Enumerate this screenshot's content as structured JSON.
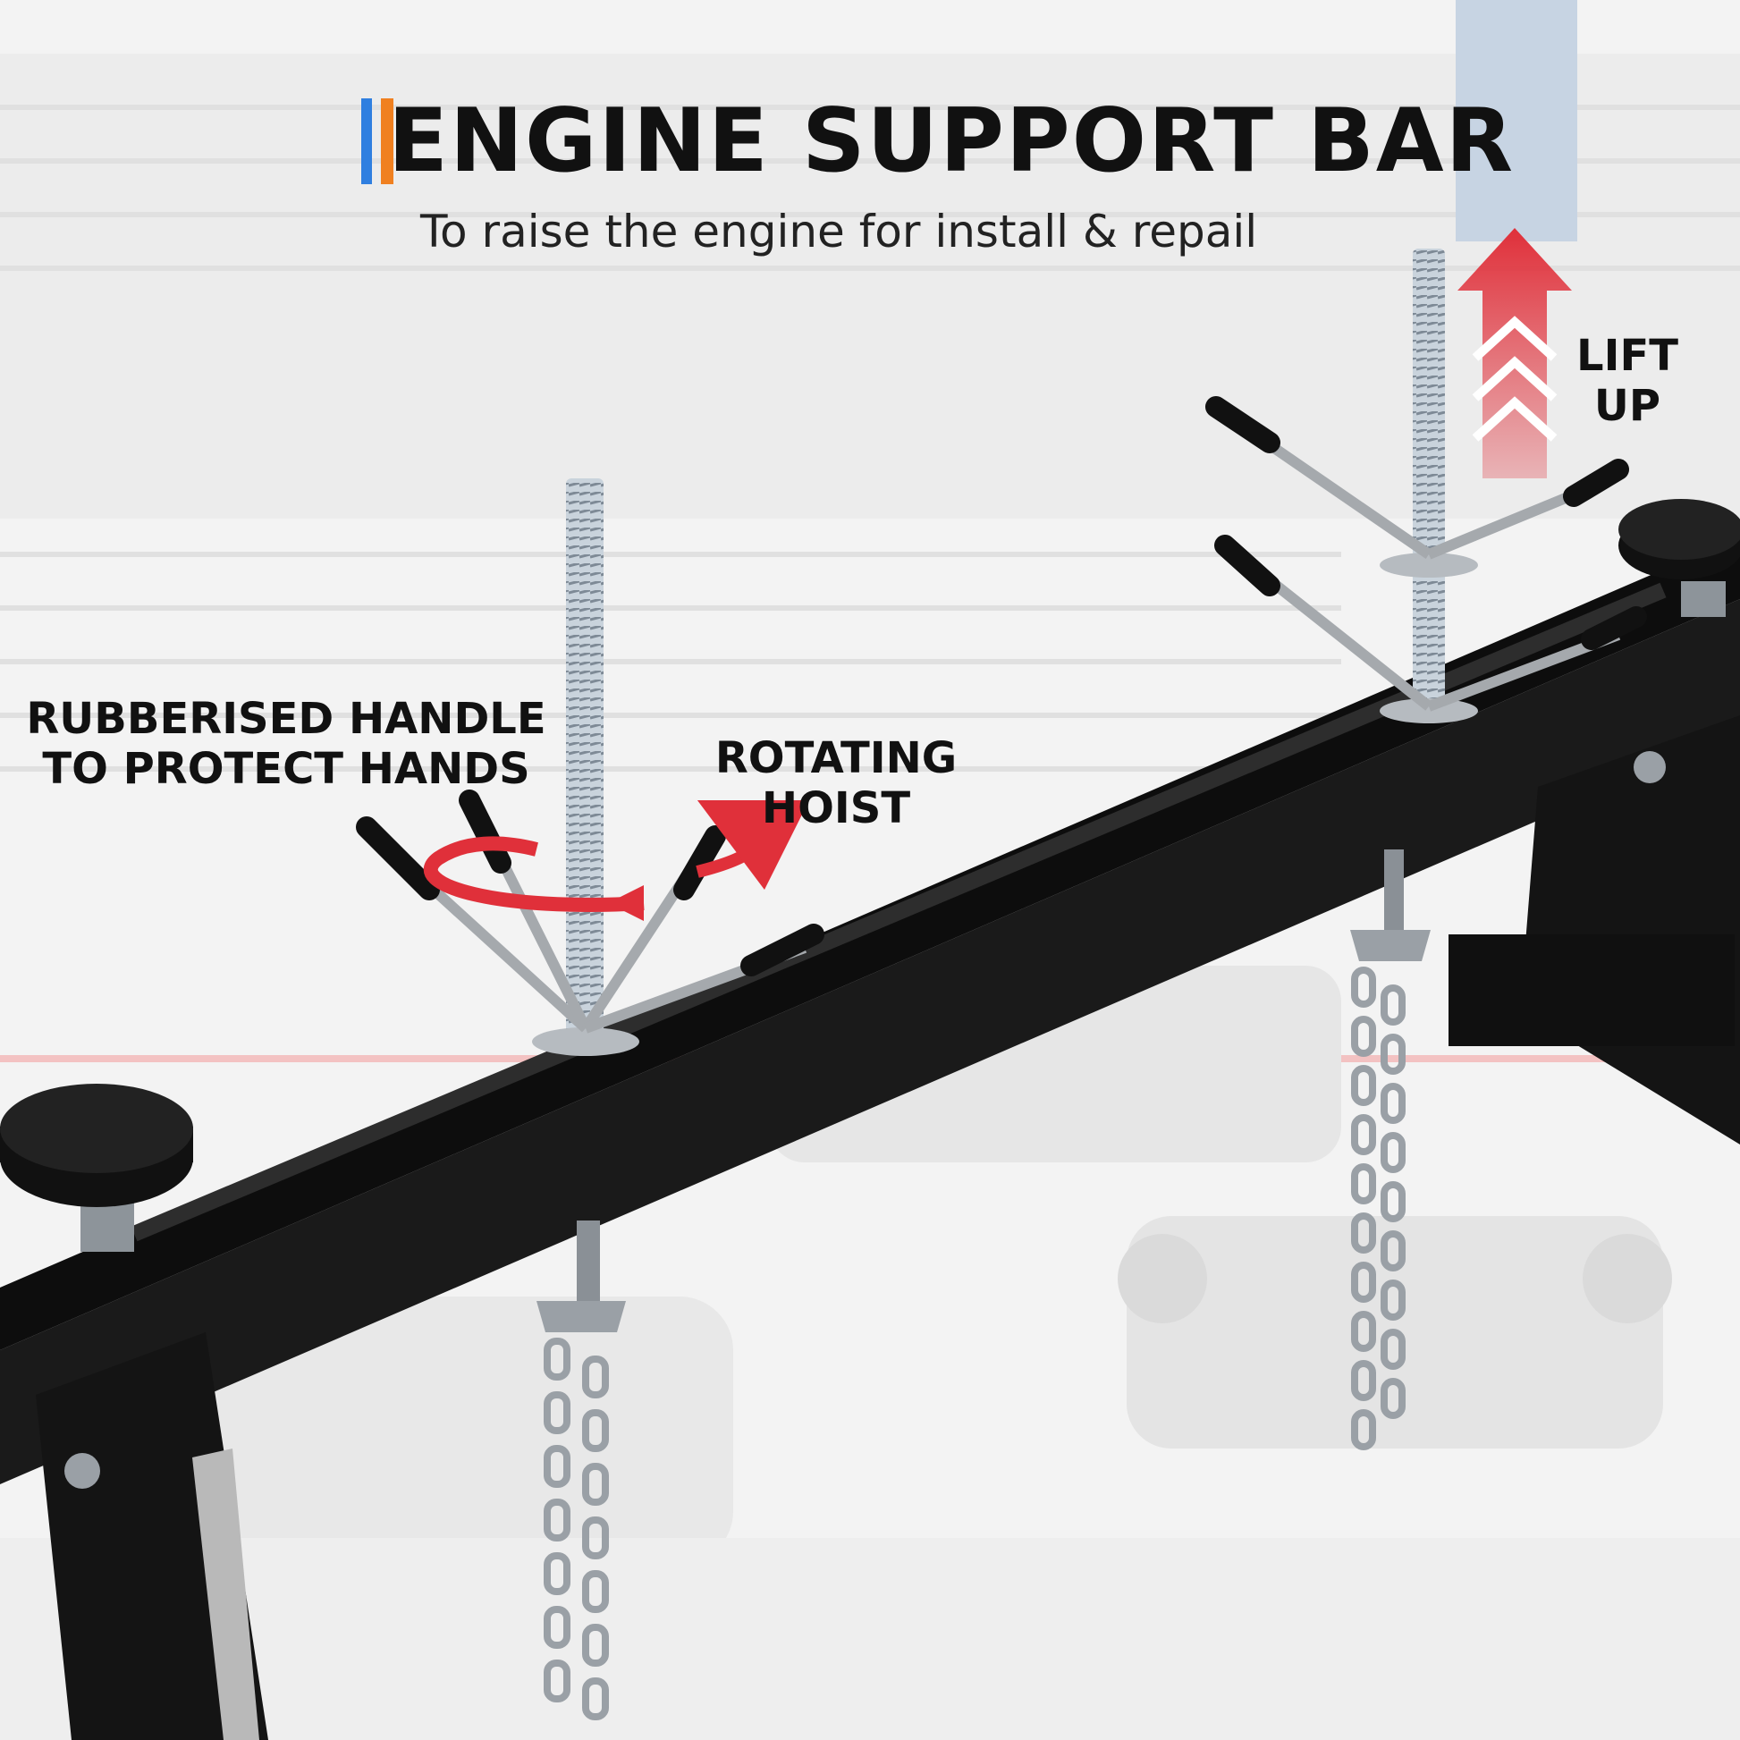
{
  "title": "ENGINE SUPPORT BAR",
  "subtitle": "To raise the engine for install & repail",
  "callouts": {
    "lift": {
      "line1": "LIFT",
      "line2": "UP"
    },
    "rotating": {
      "line1": "ROTATING",
      "line2": "HOIST"
    },
    "rubberised": {
      "line1": "RUBBERISED HANDLE",
      "line2": "TO PROTECT HANDS"
    }
  },
  "colors": {
    "accent_orange": "#f08020",
    "accent_blue": "#2f7fe0",
    "arrow_red": "#e0303a",
    "bar_black": "#141414",
    "background": "#f2f2f2"
  }
}
